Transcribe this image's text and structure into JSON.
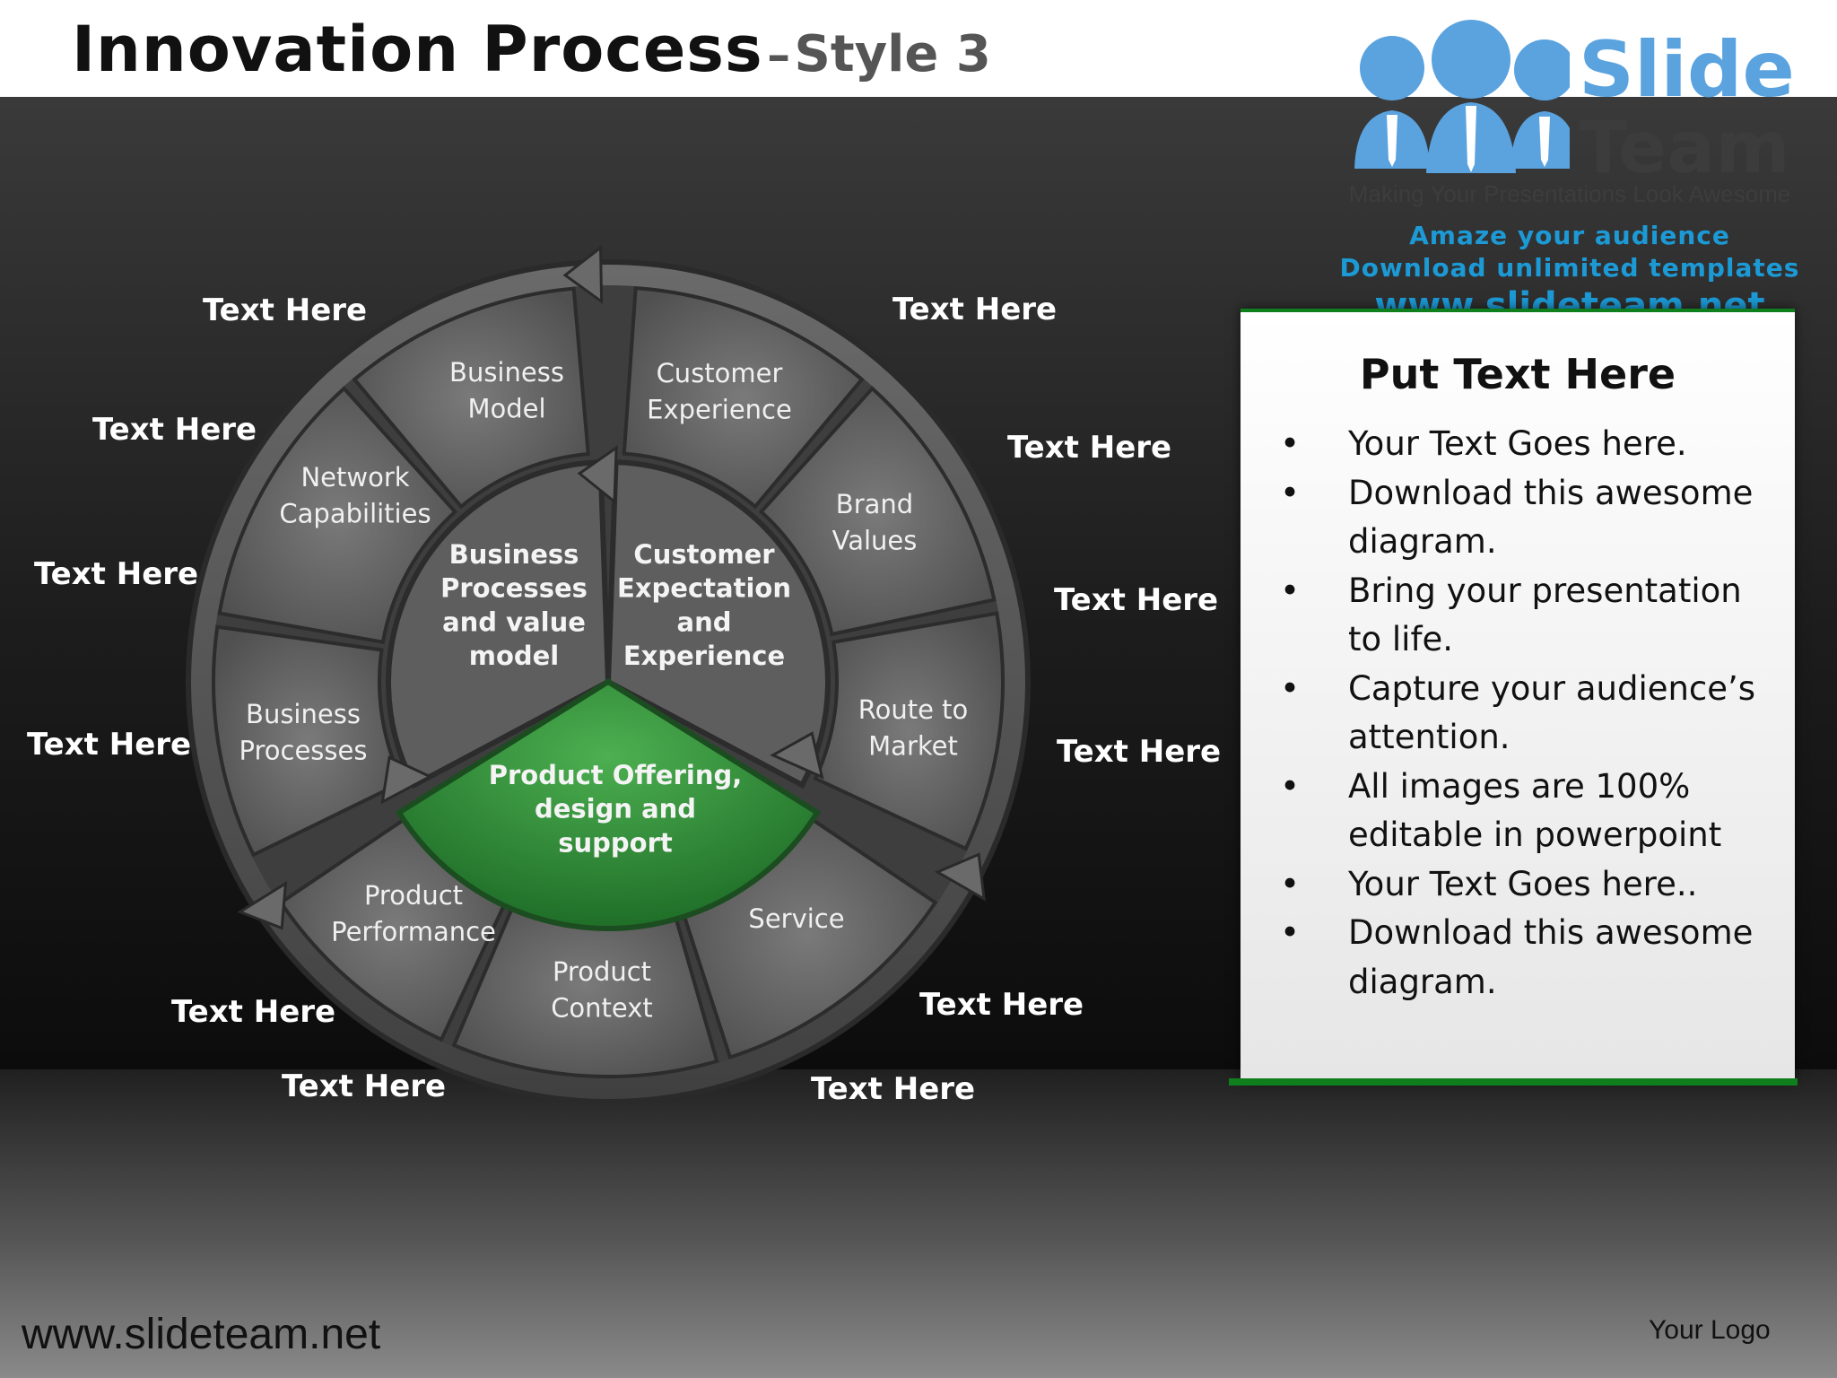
{
  "title": {
    "main": "Innovation Process",
    "dash": "–",
    "sub": "Style 3"
  },
  "logo": {
    "brand_top": "Slide",
    "brand_bottom": "Team",
    "tagline": "Making Your Presentations Look Awesome",
    "line1": "Amaze your audience",
    "line2": "Download unlimited templates",
    "url": "www.slideteam.net"
  },
  "diagram": {
    "center": "Product Offering, design and support",
    "inner": [
      {
        "id": "business-processes-value-model",
        "lines": [
          "Business",
          "Processes",
          "and value",
          "model"
        ]
      },
      {
        "id": "customer-expectation",
        "lines": [
          "Customer",
          "Expectation",
          "and",
          "Experience"
        ]
      }
    ],
    "segments": [
      {
        "id": "business-model",
        "lines": [
          "Business",
          "Model"
        ]
      },
      {
        "id": "network-capabilities",
        "lines": [
          "Network",
          "Capabilities"
        ]
      },
      {
        "id": "business-processes",
        "lines": [
          "Business",
          "Processes"
        ]
      },
      {
        "id": "customer-experience",
        "lines": [
          "Customer",
          "Experience"
        ]
      },
      {
        "id": "brand-values",
        "lines": [
          "Brand",
          "Values"
        ]
      },
      {
        "id": "route-to-market",
        "lines": [
          "Route to",
          "Market"
        ]
      },
      {
        "id": "product-performance",
        "lines": [
          "Product",
          "Performance"
        ]
      },
      {
        "id": "product-context",
        "lines": [
          "Product",
          "Context"
        ]
      },
      {
        "id": "service",
        "lines": [
          "Service"
        ]
      }
    ],
    "outer_labels": [
      "Text Here",
      "Text Here",
      "Text Here",
      "Text Here",
      "Text Here",
      "Text Here",
      "Text Here",
      "Text Here",
      "Text Here",
      "Text Here",
      "Text Here",
      "Text Here"
    ],
    "colors": {
      "center_green": "#2e8b3a",
      "segment_gray": "#6e6e6e",
      "ring_gray": "#585858"
    }
  },
  "textbox": {
    "title": "Put Text Here",
    "bullet_symbol": "•",
    "bullets": [
      [
        "Your Text Goes here."
      ],
      [
        "Download this awesome",
        "diagram."
      ],
      [
        "Bring your presentation",
        "to life."
      ],
      [
        "Capture your audience’s",
        "attention."
      ],
      [
        "All images are 100%",
        "editable in powerpoint"
      ],
      [
        "Your Text Goes here.."
      ],
      [
        "Download this awesome",
        "diagram."
      ]
    ]
  },
  "footer": {
    "url": "www.slideteam.net",
    "logo": "Your Logo"
  }
}
